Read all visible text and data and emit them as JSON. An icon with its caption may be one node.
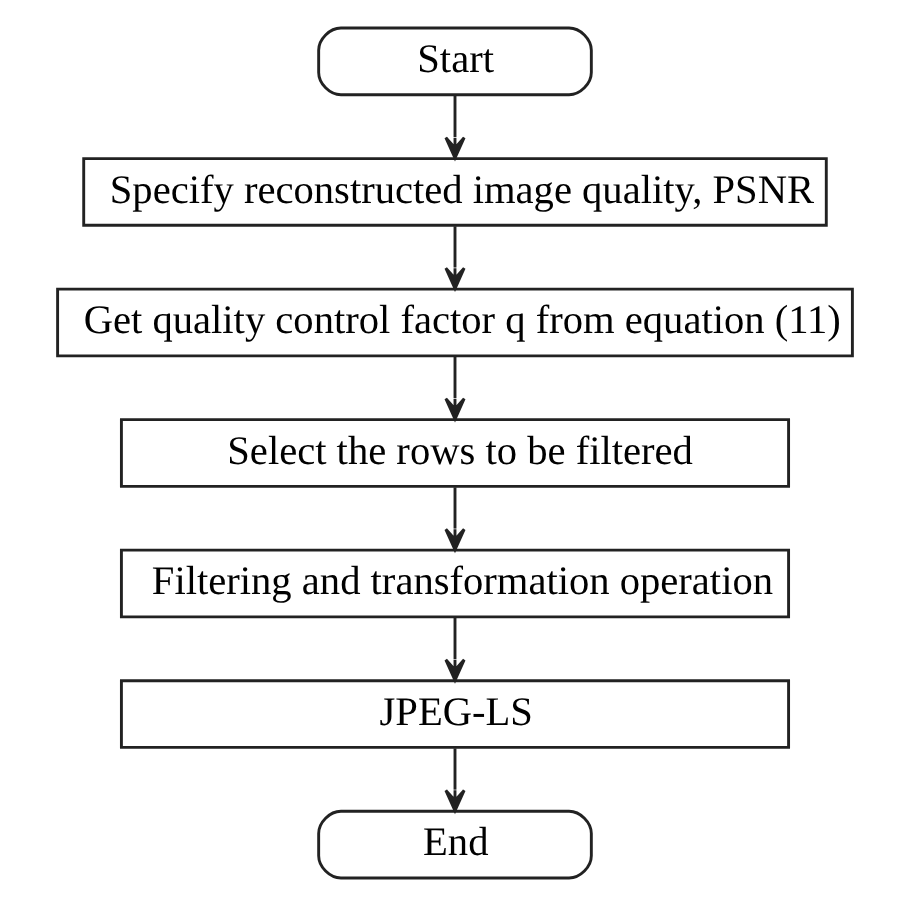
{
  "diagram": {
    "nodes": [
      {
        "text": [
          "Start"
        ]
      },
      {
        "text": [
          "Specify reconstructed image quality, PSNR"
        ]
      },
      {
        "text": [
          "Get quality control factor q from equation (11)"
        ]
      },
      {
        "text": [
          "Select the rows to be filtered"
        ]
      },
      {
        "text": [
          "Filtering and transformation operation"
        ]
      },
      {
        "text": [
          "JPEG-LS"
        ]
      },
      {
        "text": [
          "End"
        ]
      }
    ],
    "edges": [
      {
        "from": 0,
        "to": 1,
        "arrow": "to"
      },
      {
        "from": 1,
        "to": 2,
        "arrow": "to"
      },
      {
        "from": 2,
        "to": 3,
        "arrow": "to"
      },
      {
        "from": 3,
        "to": 4,
        "arrow": "to"
      },
      {
        "from": 4,
        "to": 5,
        "arrow": "to"
      },
      {
        "from": 5,
        "to": 6,
        "arrow": "to"
      }
    ]
  }
}
